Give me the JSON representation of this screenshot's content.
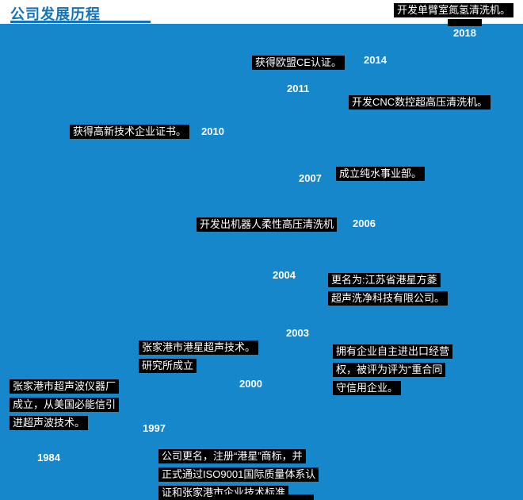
{
  "header": {
    "title": "公司发展历程"
  },
  "colors": {
    "background": "#1787cb",
    "accent_blue": "#1273b9",
    "box_background": "#000000",
    "box_text": "#ffffff",
    "year_text": "#ffffff"
  },
  "timeline": {
    "items": [
      {
        "id": "2018",
        "year": "2018",
        "lines": [
          "开发单臂室氮氢清洗机。"
        ]
      },
      {
        "id": "2014",
        "year": "2014",
        "lines": [
          "获得欧盟CE认证。"
        ]
      },
      {
        "id": "2011",
        "year": "2011",
        "lines": [
          "开发CNC数控超高压清洗机。"
        ]
      },
      {
        "id": "2010",
        "year": "2010",
        "lines": [
          "获得高新技术企业证书。"
        ]
      },
      {
        "id": "2007",
        "year": "2007",
        "lines": [
          "成立纯水事业部。"
        ]
      },
      {
        "id": "2006",
        "year": "2006",
        "lines": [
          "开发出机器人柔性高压清洗机"
        ]
      },
      {
        "id": "2004",
        "year": "2004",
        "lines": [
          "更名为:江苏省港星方菱",
          "超声洗净科技有限公司。"
        ]
      },
      {
        "id": "2003",
        "year": "2003",
        "lines": [
          "拥有企业自主进出口经营",
          "权，被评为评为“重合同",
          "守信用企业。"
        ]
      },
      {
        "id": "2000",
        "year": "2000",
        "lines": [
          "张家港市港星超声技术。",
          "研究所成立"
        ]
      },
      {
        "id": "1997",
        "year": "1997",
        "lines": [
          "公司更名，注册“港星”商标，并",
          "正式通过ISO9001国际质量体系认",
          "证和张家港市企业技术标准"
        ]
      },
      {
        "id": "1984",
        "year": "1984",
        "lines": [
          "张家港市超声波仪器厂",
          "成立，从美国必能信引",
          "进超声波技术。"
        ]
      }
    ]
  }
}
